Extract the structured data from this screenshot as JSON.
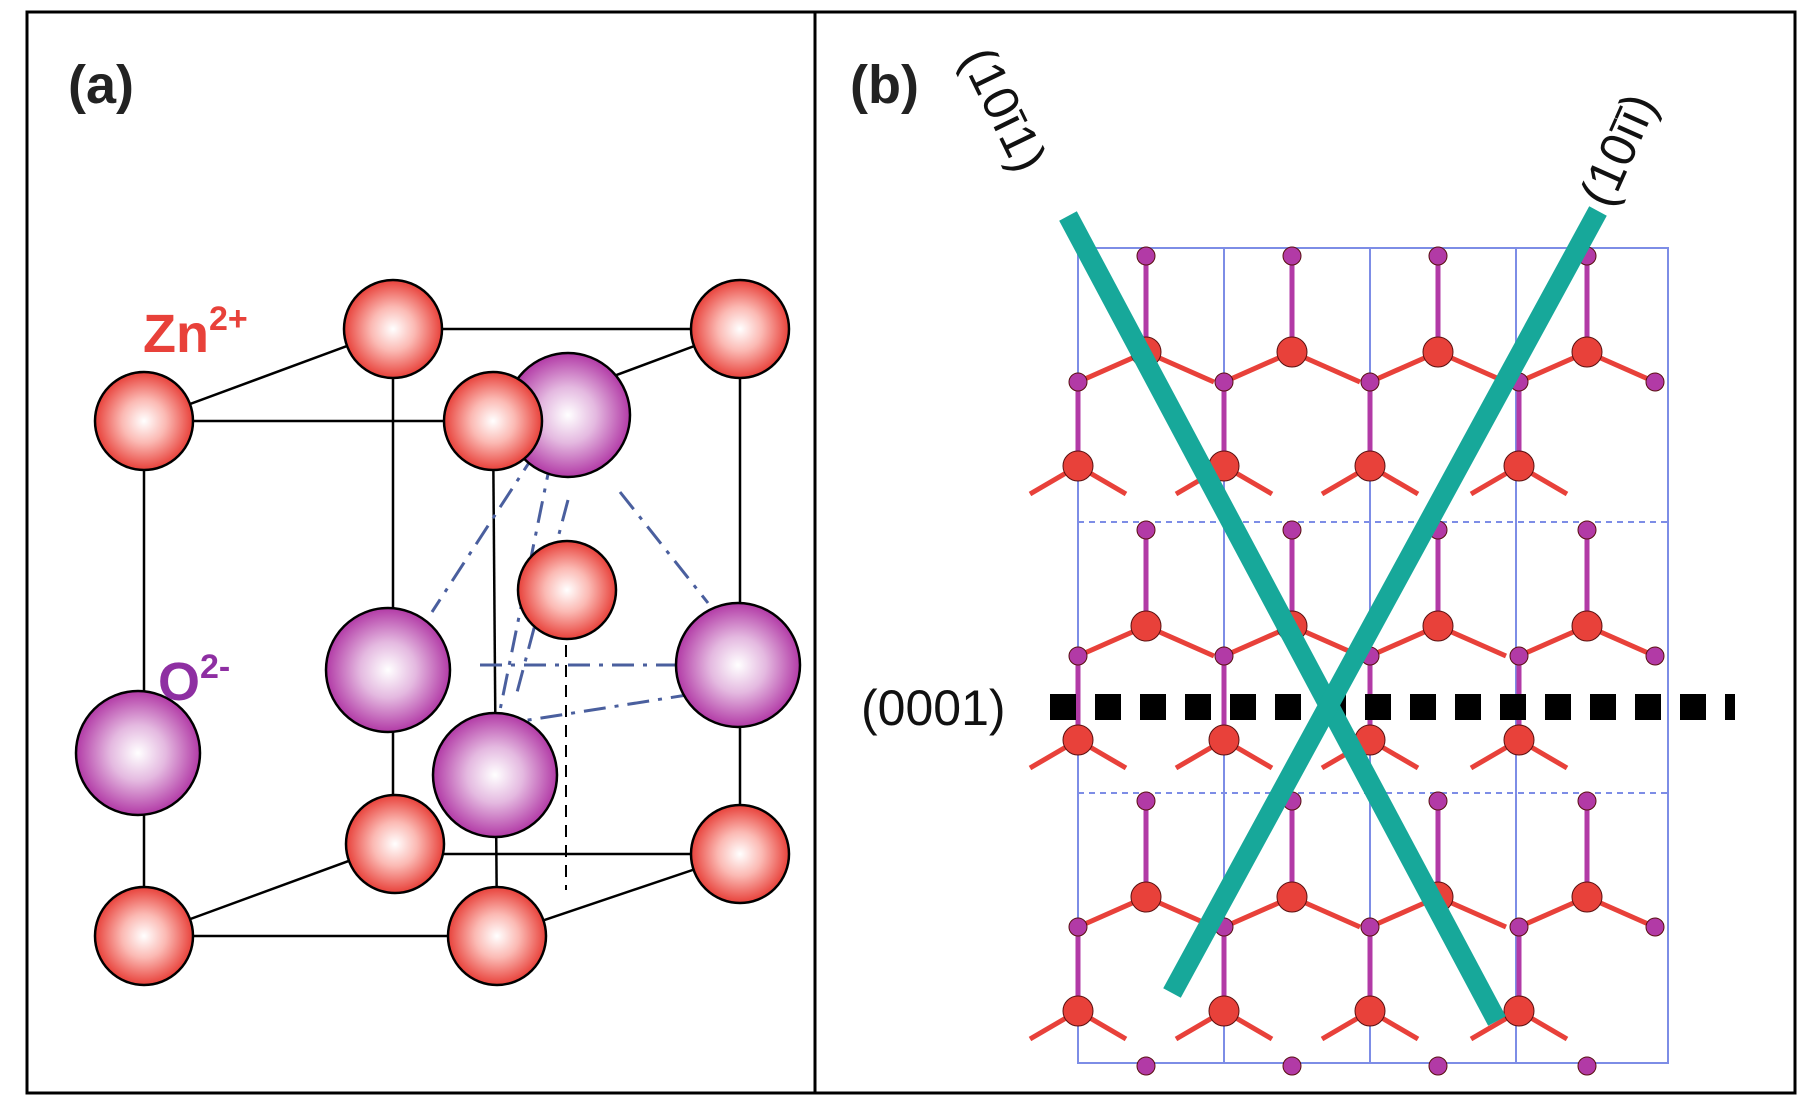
{
  "panels": {
    "a": {
      "label": "(a)",
      "zn_label": {
        "base": "Zn",
        "charge": "2+"
      },
      "o_label": {
        "base": "O",
        "charge": "2-"
      }
    },
    "b": {
      "label": "(b)",
      "planes": {
        "basal": "(0001)",
        "pyramidal": "(10ī1)",
        "pyramidal_neg": "(10īī)"
      }
    }
  },
  "colors": {
    "zinc": "#e8413a",
    "oxygen": "#b23aa6",
    "plane_lines": "#17a89a",
    "cell_lines": "#4a5f9e",
    "lattice_grid": "#7d8de6",
    "text": "#111111"
  }
}
